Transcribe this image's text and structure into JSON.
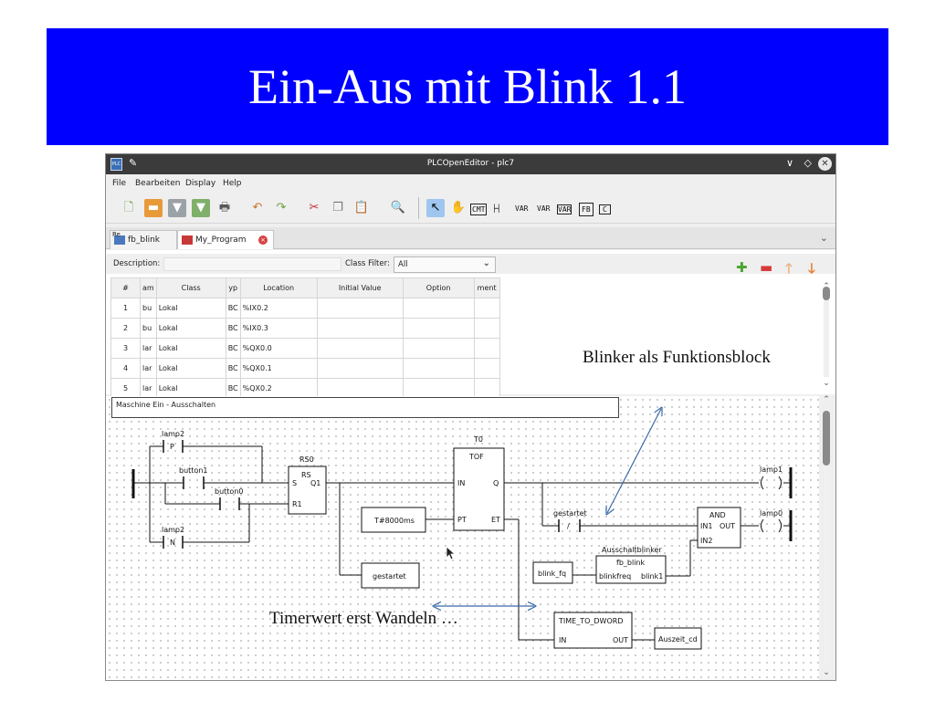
{
  "slide": {
    "title": "Ein-Aus mit Blink 1.1"
  },
  "window": {
    "title": "PLCOpenEditor - plc7",
    "app_icon_label": "PLC",
    "pin_icon": "pin-icon",
    "controls": [
      "∨",
      "◇",
      "✕"
    ]
  },
  "menu": [
    "File",
    "Bearbeiten",
    "Display",
    "Help"
  ],
  "toolbar": {
    "icons": [
      "new-file-icon",
      "open-folder-icon",
      "save-icon",
      "save-as-icon",
      "print-icon",
      "undo-icon",
      "redo-icon",
      "cut-icon",
      "copy-icon",
      "paste-icon",
      "search-icon",
      "select-pointer-icon",
      "hand-icon"
    ],
    "ld_tools": [
      "CMT",
      "├┤",
      "VAR",
      "VAR",
      "VAR",
      "FB",
      "C"
    ]
  },
  "tabs": [
    {
      "label": "fb_blink",
      "prefix": "Re"
    },
    {
      "label": "My_Program"
    }
  ],
  "variables": {
    "description_label": "Description:",
    "class_filter_label": "Class Filter:",
    "class_filter_value": "All",
    "columns": [
      "#",
      "am",
      "Class",
      "yp",
      "Location",
      "Initial Value",
      "Option",
      "ment"
    ],
    "rows": [
      [
        "1",
        "bu",
        "Lokal",
        "BC",
        "%IX0.2",
        "",
        "",
        ""
      ],
      [
        "2",
        "bu",
        "Lokal",
        "BC",
        "%IX0.3",
        "",
        "",
        ""
      ],
      [
        "3",
        "lar",
        "Lokal",
        "BC",
        "%QX0.0",
        "",
        "",
        ""
      ],
      [
        "4",
        "lar",
        "Lokal",
        "BC",
        "%QX0.1",
        "",
        "",
        ""
      ],
      [
        "5",
        "lar",
        "Lokal",
        "BC",
        "%QX0.2",
        "",
        "",
        ""
      ]
    ]
  },
  "diagram": {
    "comment": "Maschine Ein - Ausschalten",
    "contacts": {
      "lamp2_p": {
        "name": "lamp2",
        "type": "P"
      },
      "button1": {
        "name": "button1"
      },
      "button0": {
        "name": "button0"
      },
      "lamp2_n": {
        "name": "lamp2",
        "type": "N"
      },
      "gestartet_neg": {
        "name": "gestartet",
        "type": "/"
      }
    },
    "rs_block": {
      "instance": "RS0",
      "type": "RS",
      "in1": "S",
      "in2": "R1",
      "out": "Q1"
    },
    "tof_block": {
      "instance": "T0",
      "type": "TOF",
      "in1": "IN",
      "in2": "PT",
      "out1": "Q",
      "out2": "ET"
    },
    "and_block": {
      "type": "AND",
      "in1": "IN1",
      "in2": "IN2",
      "out": "OUT"
    },
    "fb_blink_block": {
      "instance": "Ausschaltblinker",
      "type": "fb_blink",
      "in": "blinkfreq",
      "out": "blink1"
    },
    "conv_block": {
      "type": "TIME_TO_DWORD",
      "in": "IN",
      "out": "OUT"
    },
    "variables": {
      "pt_value": "T#8000ms",
      "gestartet": "gestartet",
      "blink_fq": "blink_fq",
      "auszeit": "Auszeit_cd"
    },
    "coils": {
      "lamp1": "lamp1",
      "lamp0": "lamp0"
    }
  },
  "annotations": {
    "blinker": "Blinker als Funktionsblock",
    "timer": "Timerwert erst Wandeln …"
  }
}
